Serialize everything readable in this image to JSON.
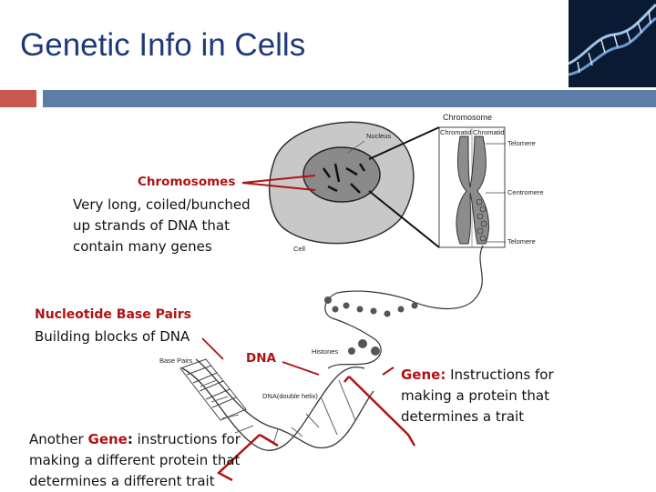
{
  "title": "Genetic Info in Cells",
  "icons": {
    "corner": "dna-helix-icon"
  },
  "colors": {
    "title": "#1f3a78",
    "accent_red": "#b01313",
    "bar_red": "#c8584f",
    "bar_blue": "#5d7ca8"
  },
  "annotations": {
    "chromosomes": {
      "term": "Chromosomes",
      "desc_lines": [
        "Very long, coiled/bunched",
        "up strands of DNA that",
        "contain many genes"
      ]
    },
    "nucleotide": {
      "term": "Nucleotide Base Pairs",
      "desc": "Building blocks of DNA"
    },
    "dna": {
      "term": "DNA"
    },
    "gene": {
      "term": "Gene:",
      "desc_first": "Instructions for",
      "desc_lines": [
        "making a protein that",
        "determines a trait"
      ]
    },
    "another_gene": {
      "prefix": "Another",
      "term": "Gene",
      "colon": ":",
      "desc_first": "instructions for",
      "desc_lines": [
        "making a different protein that",
        "determines a different trait"
      ]
    }
  },
  "figure_labels": {
    "chromosome": "Chromosome",
    "chromatid_left": "Chromatid",
    "chromatid_right": "Chromatid",
    "telomere_top": "Telomere",
    "centromere": "Centromere",
    "telomere_bottom": "Telomere",
    "nucleus": "Nucleus",
    "cell": "Cell",
    "histones": "Histones",
    "base_pairs": "Base Pairs",
    "dna_double_helix": "DNA(double helix)"
  }
}
